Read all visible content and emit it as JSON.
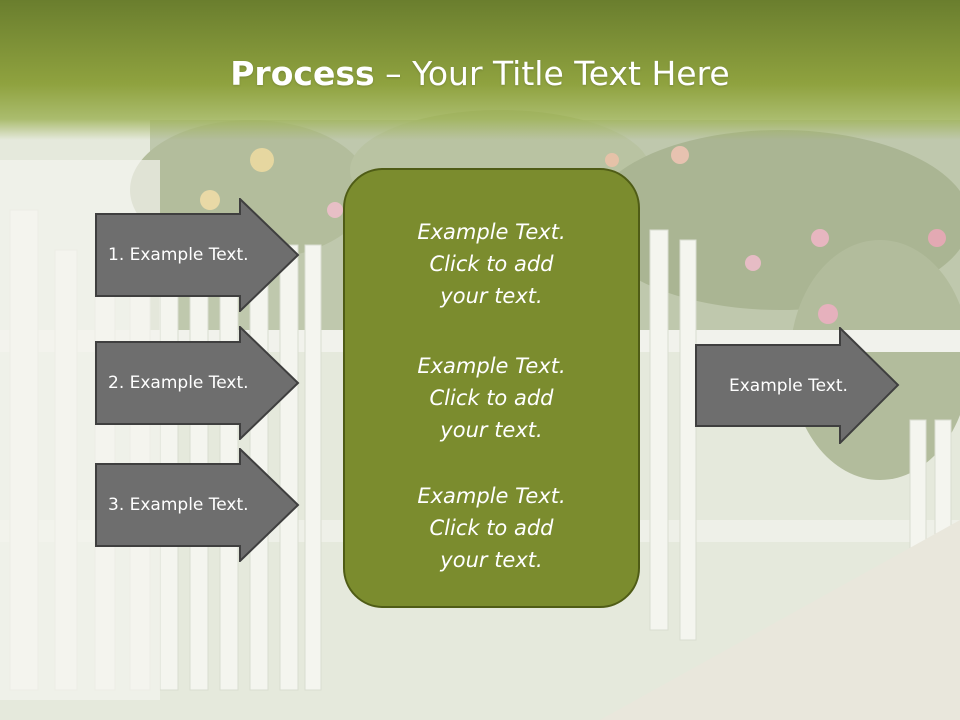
{
  "slide": {
    "title_bold": "Process",
    "title_rest": " – Your Title Text Here"
  },
  "left_arrows": [
    {
      "label": "1. Example Text."
    },
    {
      "label": "2. Example Text."
    },
    {
      "label": "3. Example Text."
    }
  ],
  "center_box": {
    "items": [
      {
        "line1": "Example Text.",
        "line2": "Click  to add",
        "line3": "your text."
      },
      {
        "line1": "Example Text.",
        "line2": "Click  to add",
        "line3": "your text."
      },
      {
        "line1": "Example Text.",
        "line2": "Click  to add",
        "line3": "your text."
      }
    ]
  },
  "right_arrow": {
    "label": "Example Text."
  },
  "colors": {
    "title_band": "#8fa23f",
    "center_box": "#7b8c2e",
    "arrow_fill": "#6e6e6e",
    "text": "#ffffff"
  }
}
